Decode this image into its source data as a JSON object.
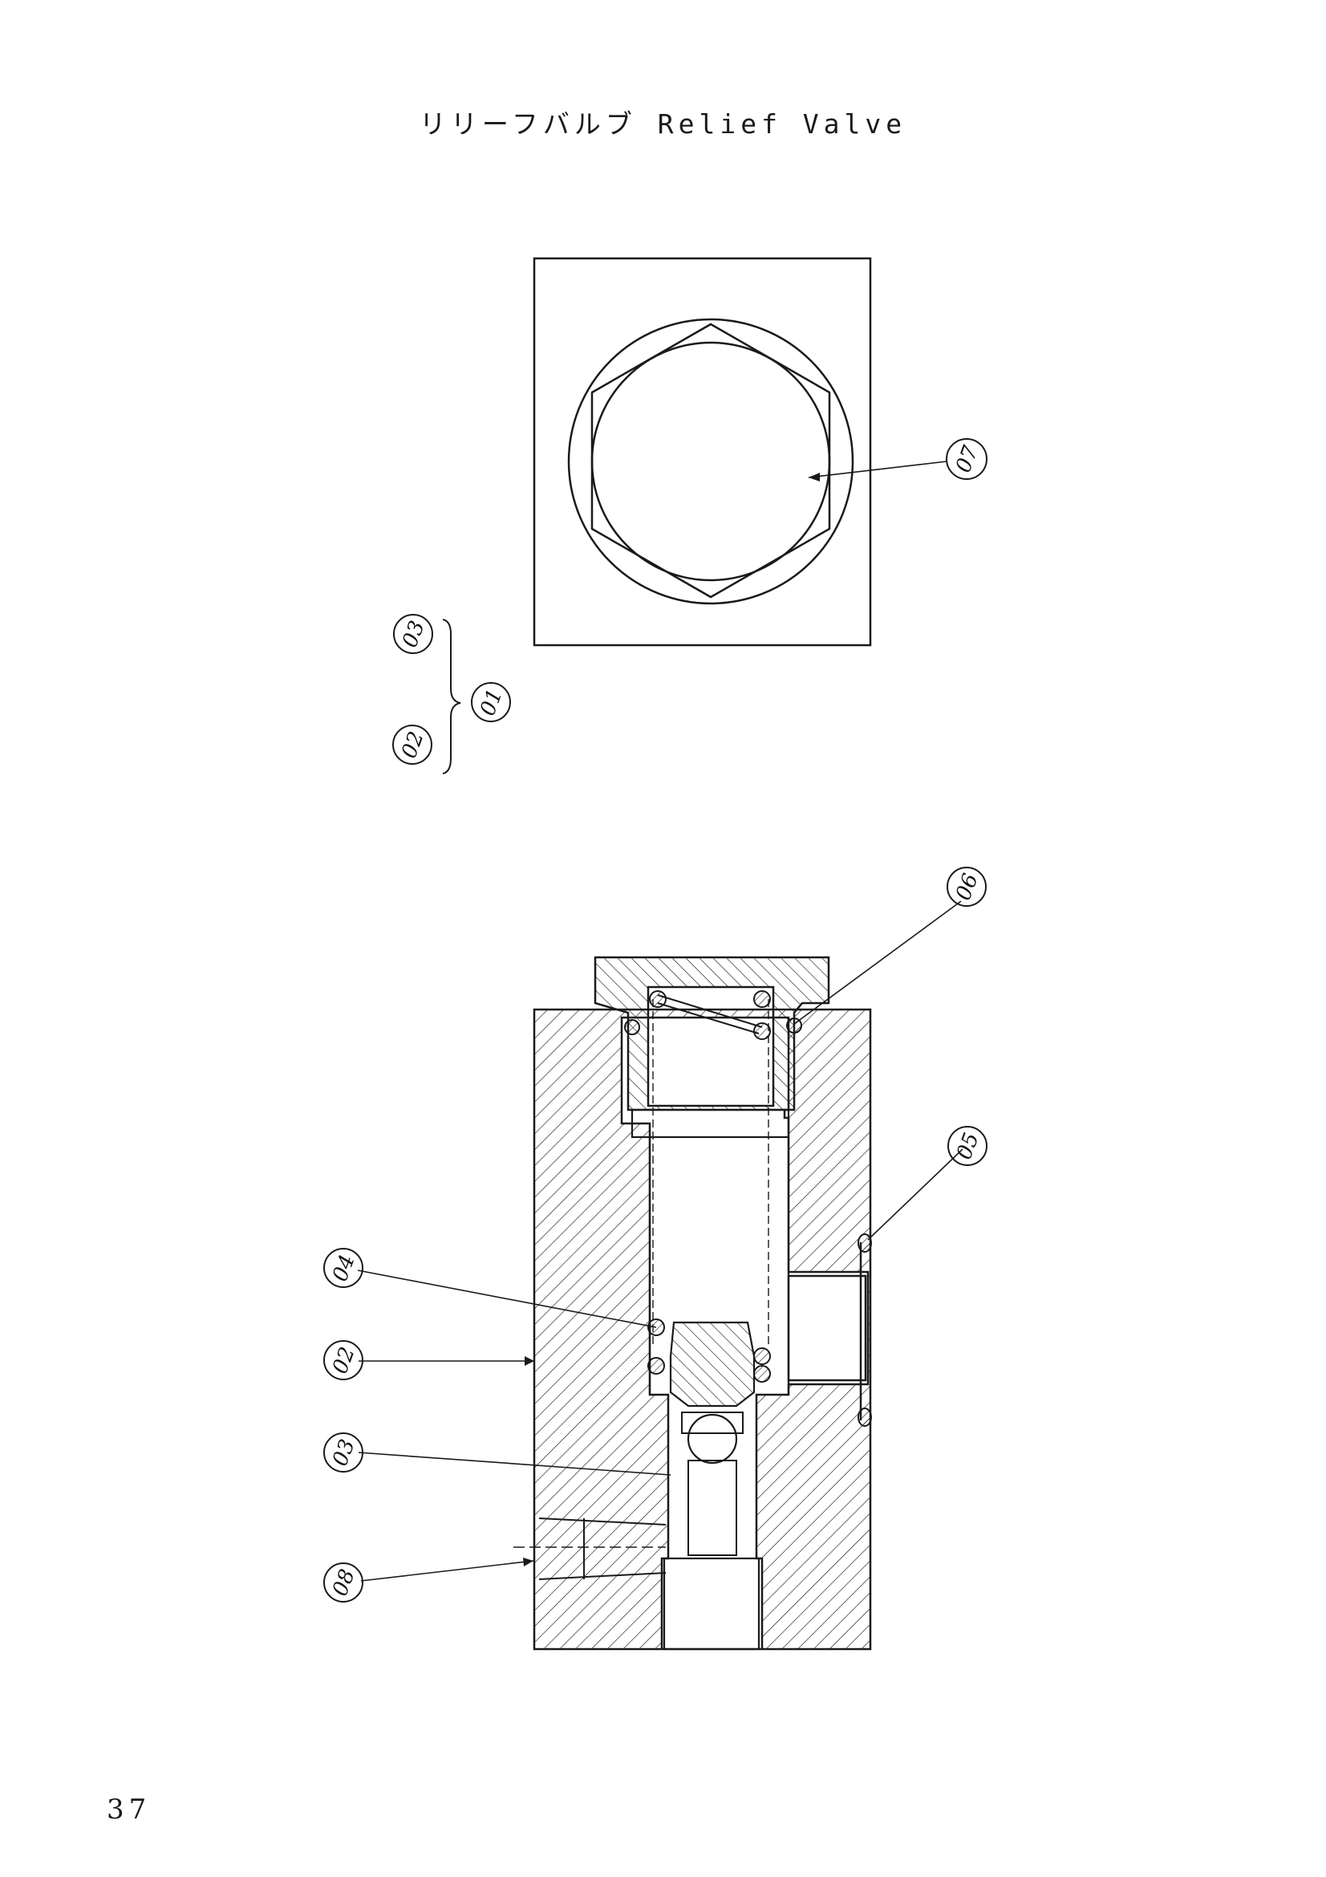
{
  "document": {
    "title": "リリーフバルブ Relief Valve",
    "page_number": "37"
  },
  "callouts": {
    "c01": "01",
    "c02": "02",
    "c03": "03",
    "c04": "04",
    "c05": "05",
    "c06": "06",
    "c07": "07",
    "c08": "08"
  },
  "colors": {
    "line": "#1a1a1a",
    "paper": "#ffffff"
  }
}
